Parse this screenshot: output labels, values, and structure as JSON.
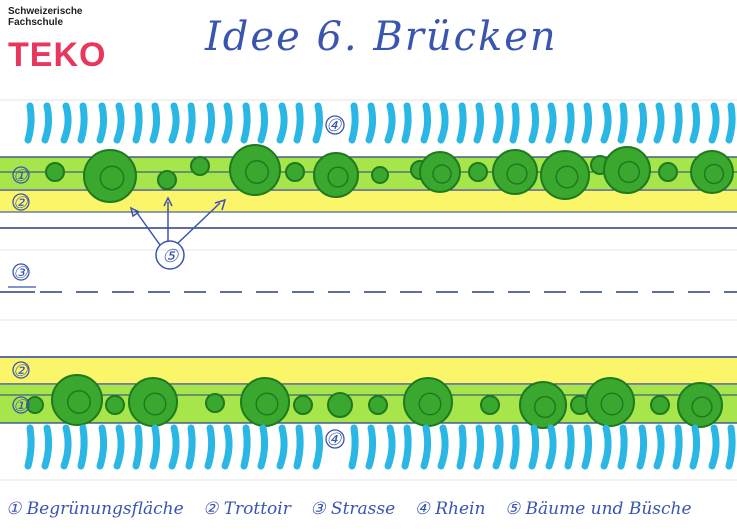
{
  "header": {
    "school_line1": "Schweizerische",
    "school_line2": "Fachschule",
    "logo": "TEKO",
    "title": "Idee 6. Brücken"
  },
  "colors": {
    "water": "#2bb7e6",
    "green_strip": "#a6e64a",
    "sidewalk": "#fbf56a",
    "tree": "#3aa82e",
    "tree_dark": "#1f7a1f",
    "ink": "#3a55b0",
    "brand": "#e8365d"
  },
  "markers": {
    "zone1": "①",
    "zone2": "②",
    "zone3": "③",
    "zone4": "④",
    "zone5": "⑤"
  },
  "legend": [
    {
      "marker": "①",
      "label": "Begrünungsfläche"
    },
    {
      "marker": "②",
      "label": "Trottoir"
    },
    {
      "marker": "③",
      "label": "Strasse"
    },
    {
      "marker": "④",
      "label": "Rhein"
    },
    {
      "marker": "⑤",
      "label": "Bäume und Büsche"
    }
  ]
}
